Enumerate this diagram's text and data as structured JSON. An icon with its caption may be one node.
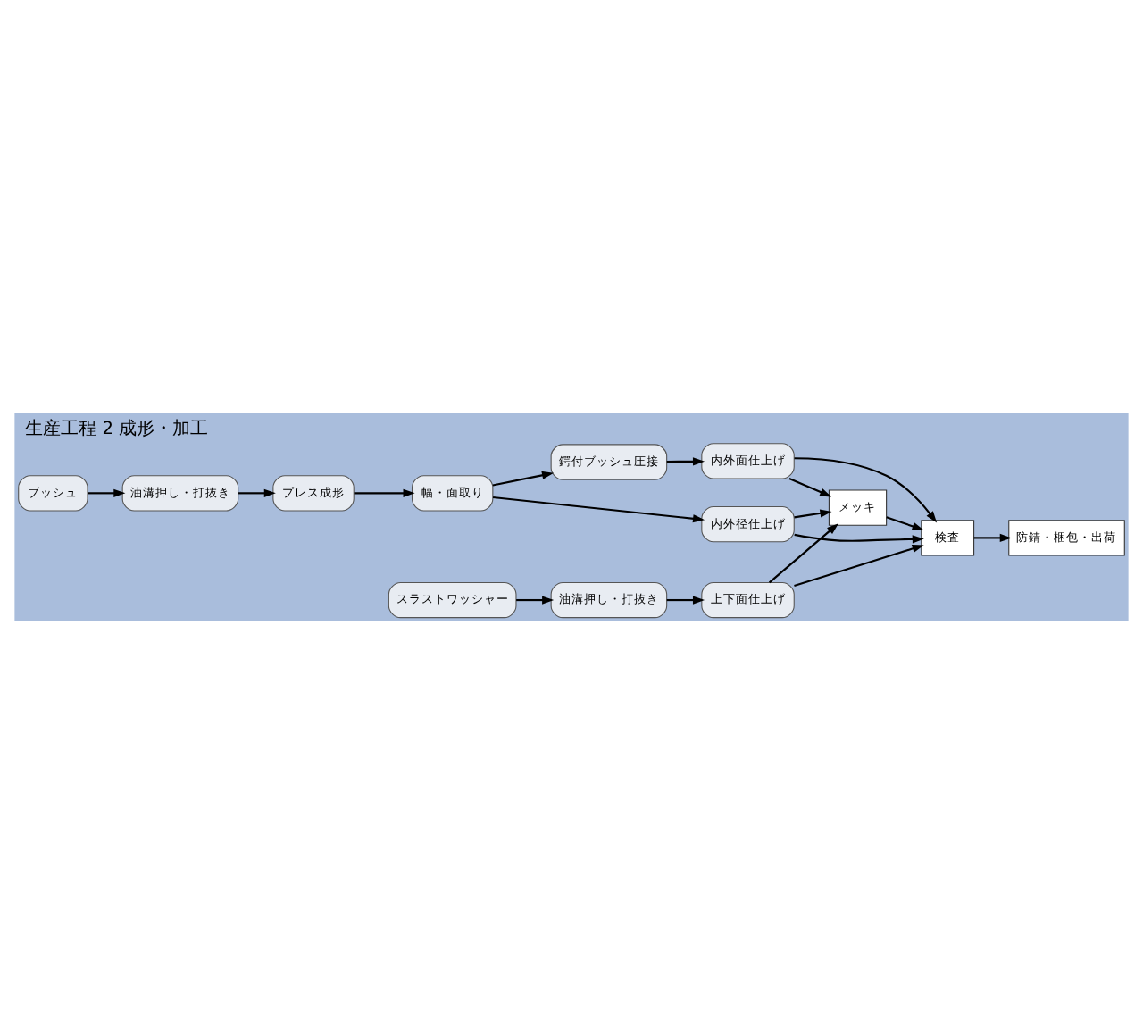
{
  "diagram": {
    "title": "生産工程 2 成形・加工",
    "nodes": [
      {
        "text": [
          "ブッシュ"
        ]
      },
      {
        "text": [
          "油溝押し・打抜き"
        ]
      },
      {
        "text": [
          "プレス成形"
        ]
      },
      {
        "text": [
          "幅・面取り"
        ]
      },
      {
        "text": [
          "内外径仕上げ"
        ]
      },
      {
        "text": [
          "鍔付ブッシュ圧接"
        ]
      },
      {
        "text": [
          "内外面仕上げ"
        ]
      },
      {
        "text": [
          "スラストワッシャー"
        ]
      },
      {
        "text": [
          "油溝押し・打抜き"
        ]
      },
      {
        "text": [
          "上下面仕上げ"
        ]
      },
      {
        "text": [
          "メッキ"
        ]
      },
      {
        "text": [
          "検査"
        ]
      },
      {
        "text": [
          "防錆・梱包・出荷"
        ]
      }
    ],
    "edges": [
      {
        "from": 0,
        "to": 1,
        "arrow": "to"
      },
      {
        "from": 1,
        "to": 2,
        "arrow": "to"
      },
      {
        "from": 2,
        "to": 3,
        "arrow": "to"
      },
      {
        "from": 3,
        "to": 4,
        "arrow": "to"
      },
      {
        "from": 3,
        "to": 5,
        "arrow": "to"
      },
      {
        "from": 5,
        "to": 6,
        "arrow": "to"
      },
      {
        "from": 7,
        "to": 8,
        "arrow": "to"
      },
      {
        "from": 8,
        "to": 9,
        "arrow": "to"
      },
      {
        "from": 4,
        "to": 10,
        "arrow": "to"
      },
      {
        "from": 6,
        "to": 10,
        "arrow": "to"
      },
      {
        "from": 9,
        "to": 10,
        "arrow": "to"
      },
      {
        "from": 4,
        "to": 11,
        "arrow": "to"
      },
      {
        "from": 6,
        "to": 11,
        "arrow": "to"
      },
      {
        "from": 9,
        "to": 11,
        "arrow": "to"
      },
      {
        "from": 10,
        "to": 11,
        "arrow": "to"
      },
      {
        "from": 11,
        "to": 12,
        "arrow": "to"
      }
    ]
  }
}
